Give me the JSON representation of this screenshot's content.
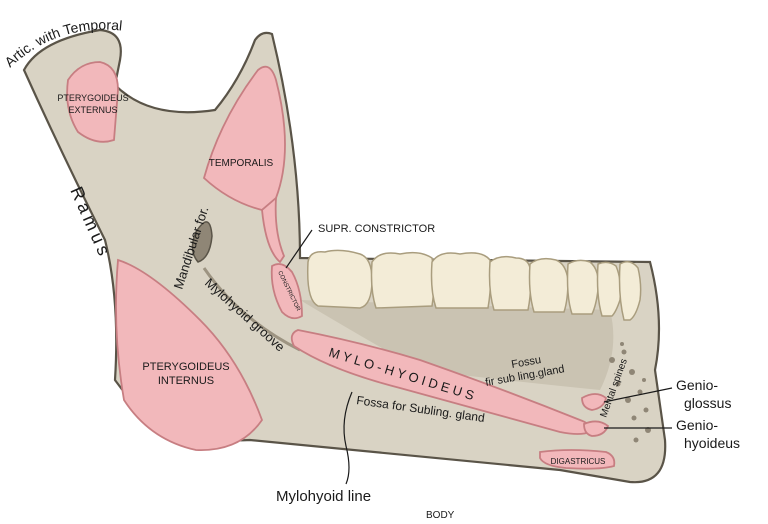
{
  "labels": {
    "artic": "Artic. with Temporal",
    "pterygoideus_externus_1": "PTERYGOIDEUS",
    "pterygoideus_externus_2": "EXTERNUS",
    "temporalis": "TEMPORALIS",
    "ramus": "Ramus",
    "mandibular_for": "Mandibular for.",
    "supr_constrictor": "SUPR. CONSTRICTOR",
    "constrictor": "CONSTRICTOR",
    "mylohyoid_groove": "Mylohyoid groove",
    "pterygoideus_internus_1": "PTERYGOIDEUS",
    "pterygoideus_internus_2": "INTERNUS",
    "mylo_hyoideus": "M Y L O - H Y O I D E U S",
    "fossa_sub_ling_1": "Fossu",
    "fossa_sub_ling_2": "fir sub ling.gland",
    "fossa_subling_gland": "Fossa for Subling. gland",
    "mental_spines": "Mental spines",
    "genioglossus_1": "Genio-",
    "genioglossus_2": "glossus",
    "geniohyoideus_1": "Genio-",
    "geniohyoideus_2": "hyoideus",
    "digastricus": "DIGASTRICUS",
    "mylohyoid_line": "Mylohyoid line",
    "body": "BODY"
  },
  "colors": {
    "bone": "#d9d3c4",
    "bone_dark": "#bdb5a3",
    "outline": "#5a5448",
    "muscle": "#f2b8bb",
    "muscle_stroke": "#c77e82",
    "tooth": "#f3ecd7",
    "tooth_stroke": "#a99d7e"
  }
}
